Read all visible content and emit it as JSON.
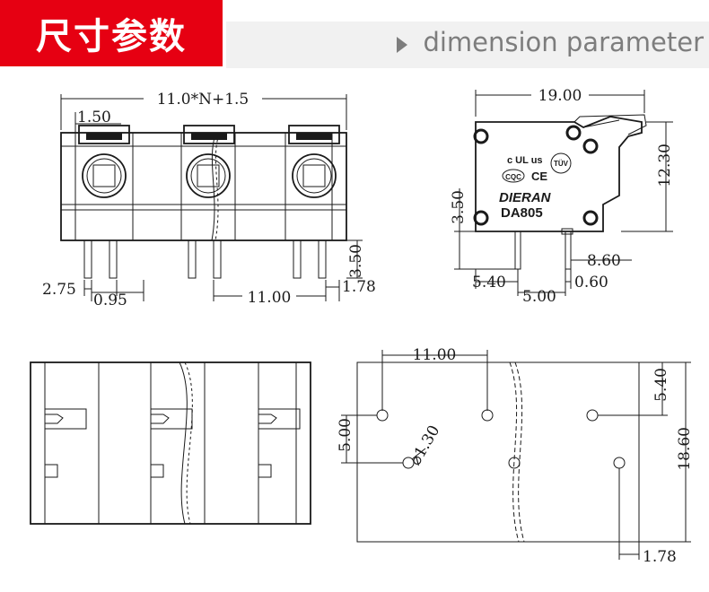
{
  "header": {
    "title": "尺寸参数",
    "subtitle": "dimension parameter"
  },
  "colors": {
    "title_bg": "#e60012",
    "subtitle_bg": "#f1f1f1",
    "line": "#1a1a1a"
  },
  "front_view": {
    "overall": "11.0*N+1.5",
    "edge": "1.50",
    "height": "3.50",
    "pin_offset": "2.75",
    "pin_width": "0.95",
    "pitch": "11.00",
    "pin_gap": "1.78"
  },
  "side_view": {
    "width": "19.00",
    "height": "12.30",
    "pin_height": "3.50",
    "pin_pos": "8.60",
    "left_offset": "5.40",
    "pin_spacing": "5.00",
    "pin_thickness": "0.60",
    "brand": "DIERAN",
    "model": "DA805",
    "cert_ul": "c UL us",
    "cert_tuv": "TÜV",
    "cert_cqc": "CQC",
    "cert_ce": "CE"
  },
  "bottom_view": {
    "pitch": "11.00",
    "row_spacing": "5.00",
    "hole_dia": "⌀1.30",
    "top_offset": "5.40",
    "total_width": "18.60",
    "pin_gap": "1.78"
  }
}
